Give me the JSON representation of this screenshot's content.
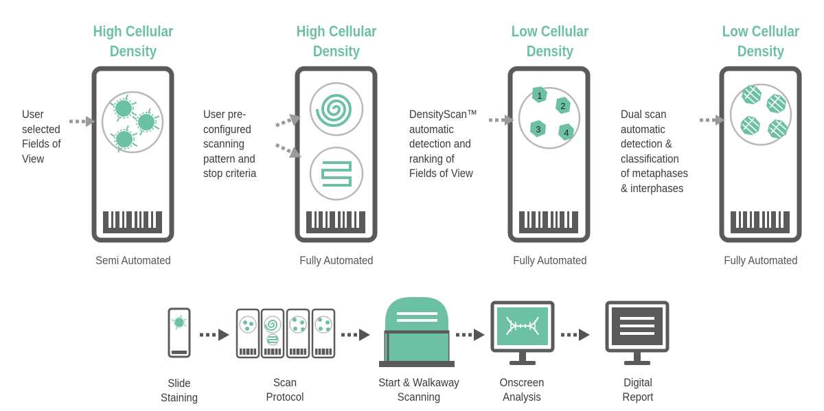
{
  "panels": [
    {
      "title_lines": [
        "High Cellular",
        "Density"
      ],
      "caption": "Semi Automated",
      "desc_lines": [
        "User",
        "selected",
        "Fields of",
        "View"
      ],
      "pattern": "manual-fields"
    },
    {
      "title_lines": [
        "High Cellular",
        "Density"
      ],
      "caption": "Fully Automated",
      "desc_lines": [
        "User pre-",
        "configured",
        "scanning",
        "pattern and",
        "stop criteria"
      ],
      "pattern": "spiral-and-meander"
    },
    {
      "title_lines": [
        "Low Cellular",
        "Density"
      ],
      "caption": "Fully Automated",
      "desc_lines": [
        "DensityScan™",
        "automatic",
        "detection and",
        "ranking of",
        "Fields of View"
      ],
      "pattern": "ranked-fields",
      "ranks": [
        "1",
        "2",
        "3",
        "4"
      ]
    },
    {
      "title_lines": [
        "Low Cellular",
        "Density"
      ],
      "caption": "Fully Automated",
      "desc_lines": [
        "Dual scan",
        "automatic",
        "detection &",
        "classification",
        "of metaphases",
        "& interphases"
      ],
      "pattern": "metaphase-classification"
    }
  ],
  "workflow": [
    {
      "label_lines": [
        "Slide",
        "Staining"
      ],
      "icon": "slide-icon"
    },
    {
      "label_lines": [
        "Scan",
        "Protocol"
      ],
      "icon": "slides-group-icon"
    },
    {
      "label_lines": [
        "Start & Walkaway",
        "Scanning"
      ],
      "icon": "scanner-icon"
    },
    {
      "label_lines": [
        "Onscreen",
        "Analysis"
      ],
      "icon": "monitor-dna-icon"
    },
    {
      "label_lines": [
        "Digital",
        "Report"
      ],
      "icon": "monitor-report-icon"
    }
  ],
  "colors": {
    "accent": "#6cc0a5",
    "frame": "#5a5a5a",
    "arrow": "#9a9a9a",
    "text": "#3a3a3a"
  }
}
